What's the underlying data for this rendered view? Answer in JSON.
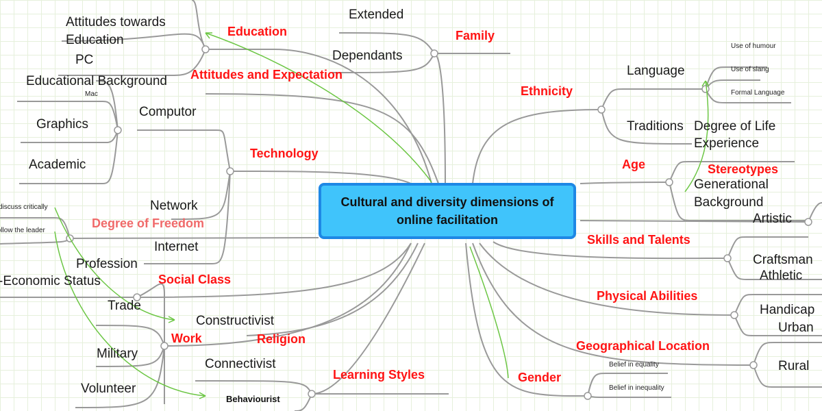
{
  "center": {
    "title": "Cultural and diversity dimensions of online facilitation"
  },
  "colors": {
    "topic": "#ff1414",
    "topic_faded": "#f06a6a",
    "center_fill": "#40c4fb",
    "center_border": "#1e88e5",
    "relation": "#6cc644",
    "connector": "#999999"
  },
  "topics": {
    "education": "Education",
    "family": "Family",
    "attitudes": "Attitudes and Expectation",
    "ethnicity": "Ethnicity",
    "technology": "Technology",
    "age": "Age",
    "stereotypes": "Stereotypes",
    "freedom": "Degree of Freedom",
    "skills": "Skills and Talents",
    "social_class": "Social Class",
    "work": "Work",
    "religion": "Religion",
    "physical": "Physical Abilities",
    "geo": "Geographical Location",
    "learning": "Learning Styles",
    "gender": "Gender"
  },
  "subtopics": {
    "attitudes_edu_1": "Attitudes towards",
    "attitudes_edu_2": "Education",
    "extended": "Extended",
    "dependants": "Dependants",
    "pc": "PC",
    "edu_background": "Educational Background",
    "mac": "Mac",
    "computor": "Computor",
    "graphics": "Graphics",
    "academic": "Academic",
    "language": "Language",
    "traditions": "Traditions",
    "life_exp_1": "Degree of Life",
    "life_exp_2": "Experience",
    "generational_1": "Generational",
    "generational_2": "Background",
    "artistic": "Artistic",
    "network": "Network",
    "internet": "Internet",
    "profession": "Profession",
    "economic": "-Economic Status",
    "trade": "Trade",
    "craftsman": "Craftsman",
    "athletic": "Athletic",
    "constructivist": "Constructivist",
    "military": "Military",
    "connectivist": "Connectivist",
    "handicap": "Handicap",
    "urban": "Urban",
    "rural": "Rural",
    "volunteer": "Volunteer",
    "behaviourist": "Behaviourist",
    "humour": "Use of humour",
    "slang": "Use of slang",
    "formal": "Formal Language",
    "discuss": "discuss critically",
    "follow": "follow the leader",
    "equality": "Belief in equality",
    "inequality": "Belief in inequality"
  }
}
